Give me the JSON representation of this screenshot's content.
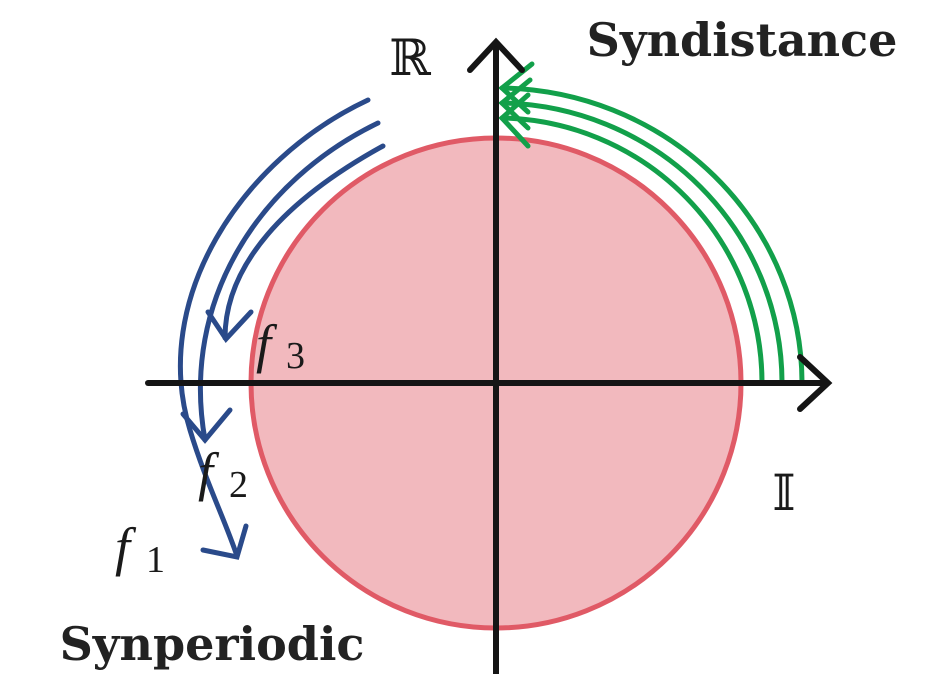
{
  "diagram": {
    "labels": {
      "top_right_label": "Syndistance",
      "bottom_left_label": "Synperiodic",
      "vertical_axis_label": "ℝ",
      "horizontal_axis_label": "𝕀"
    },
    "curves": {
      "blue": [
        {
          "symbol": "f",
          "subscript": "1"
        },
        {
          "symbol": "f",
          "subscript": "2"
        },
        {
          "symbol": "f",
          "subscript": "3"
        }
      ]
    },
    "colors": {
      "disk_fill": "#f2b9be",
      "disk_stroke": "#e05a66",
      "axes": "#151515",
      "blue_arrows": "#2a4a8a",
      "green_arrows": "#12a04a"
    }
  }
}
